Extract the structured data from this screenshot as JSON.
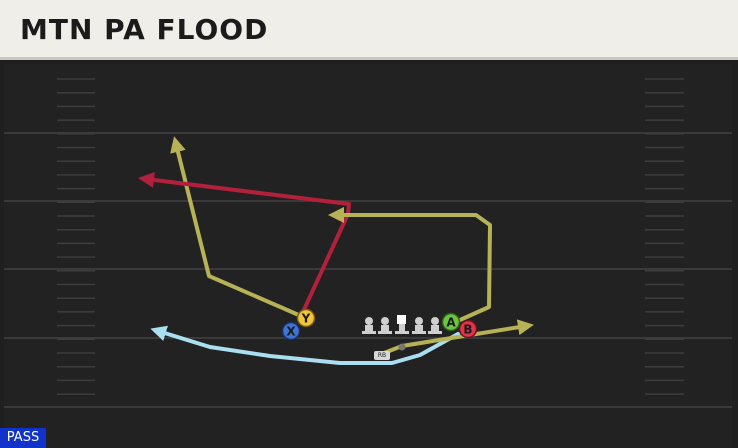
{
  "header": {
    "title": "MTN PA FLOOD"
  },
  "badge": {
    "label": "PASS"
  },
  "colors": {
    "field": "#222222",
    "yard_line": "#3a3a3a",
    "hash": "#3d3d3d",
    "route_red": "#b3203c",
    "route_olive": "#b7b255",
    "route_blue": "#a9dff0",
    "player_x": "#3f74d6",
    "player_y": "#f2c53a",
    "player_a": "#6bc540",
    "player_b": "#e0354a",
    "badge": "#1133cc"
  },
  "players": [
    {
      "id": "x",
      "label": "X",
      "color_key": "player_x"
    },
    {
      "id": "y",
      "label": "Y",
      "color_key": "player_y"
    },
    {
      "id": "a",
      "label": "A",
      "color_key": "player_a"
    },
    {
      "id": "b",
      "label": "B",
      "color_key": "player_b"
    }
  ],
  "rb": {
    "label": "RB"
  },
  "routes": [
    {
      "id": "y-red-post-corner",
      "color_key": "route_red"
    },
    {
      "id": "x-olive-deep",
      "color_key": "route_olive"
    },
    {
      "id": "a-olive-drag",
      "color_key": "route_olive"
    },
    {
      "id": "b-olive-flat",
      "color_key": "route_olive"
    },
    {
      "id": "rb-blue-swing",
      "color_key": "route_blue"
    }
  ],
  "linemen_count": 5,
  "play_type": "play-action pass"
}
